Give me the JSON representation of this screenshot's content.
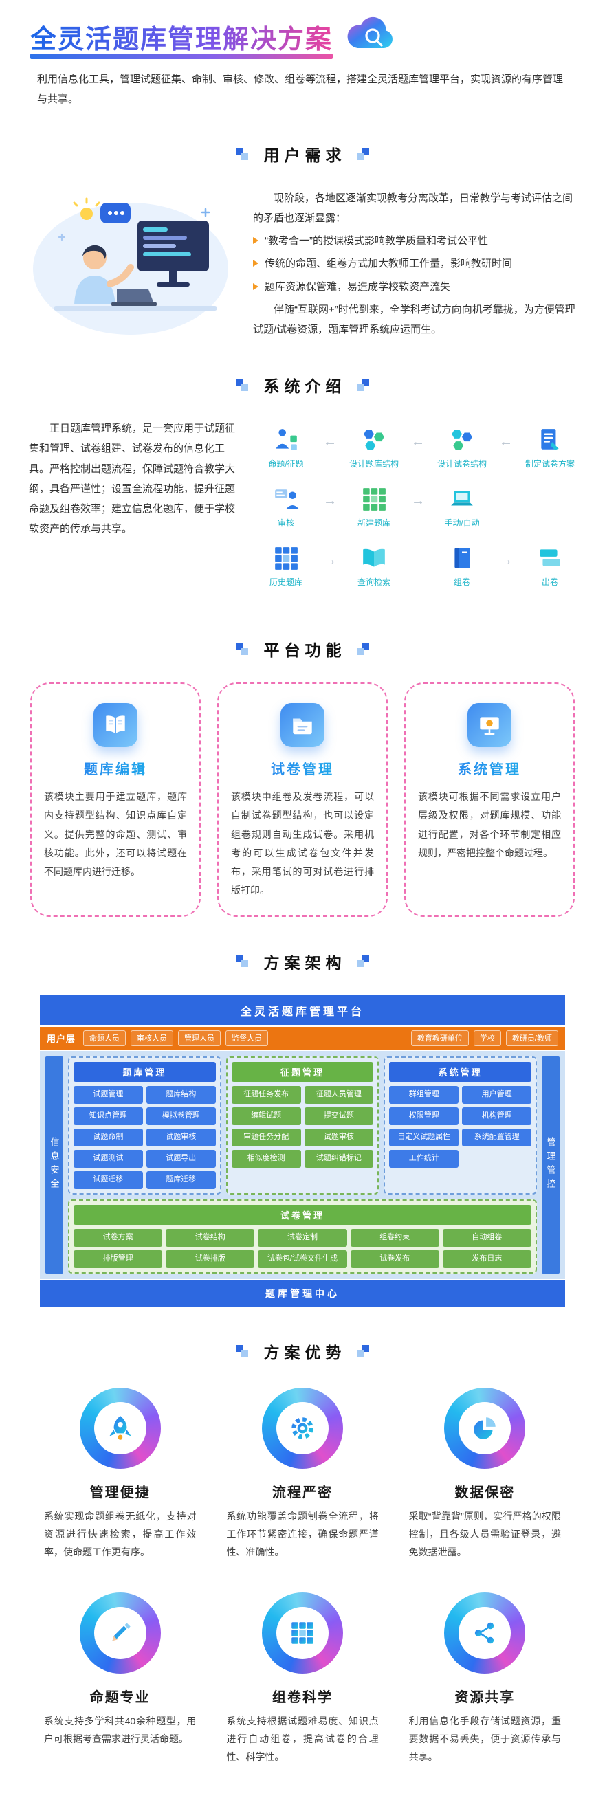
{
  "colors": {
    "title_gradient_start": "#1b66e8",
    "title_gradient_end": "#e8449e",
    "accent_blue": "#2d68e0",
    "accent_orange": "#ec7511",
    "accent_green": "#67b346",
    "accent_cyan": "#1fb5c9",
    "card_border_pink": "#ef6fb4",
    "bullet_arrow_orange": "#f59a23"
  },
  "icons": {
    "arrow_left": "←",
    "arrow_right": "→"
  },
  "header": {
    "title": "全灵活题库管理解决方案",
    "description": "利用信息化工具，管理试题征集、命制、审核、修改、组卷等流程，搭建全灵活题库管理平台，实现资源的有序管理与共享。"
  },
  "user_needs": {
    "title": "用户需求",
    "intro": "现阶段，各地区逐渐实现教考分离改革，日常教学与考试评估之间的矛盾也逐渐显露：",
    "bullets": [
      "“教考合一”的授课模式影响教学质量和考试公平性",
      "传统的命题、组卷方式加大教师工作量，影响教研时间",
      "题库资源保管难，易造成学校软资产流失"
    ],
    "outro": "伴随“互联网+”时代到来，全学科考试方向向机考靠拢，为方便管理试题/试卷资源，题库管理系统应运而生。"
  },
  "system_intro": {
    "title": "系统介绍",
    "paragraph": "正日题库管理系统，是一套应用于试题征集和管理、试卷组建、试卷发布的信息化工具。严格控制出题流程，保障试题符合教学大纲，具备严谨性；设置全流程功能，提升征题命题及组卷效率；建立信息化题库，便于学校软资产的传承与共享。",
    "flow_row1": [
      "命题/征题",
      "设计题库结构",
      "设计试卷结构",
      "制定试卷方案"
    ],
    "flow_row2": [
      "审核",
      "新建题库",
      "手动/自动"
    ],
    "flow_row3": [
      "历史题库",
      "查询检索",
      "组卷",
      "出卷"
    ]
  },
  "platform": {
    "title": "平台功能",
    "cards": [
      {
        "title": "题库编辑",
        "text": "该模块主要用于建立题库，题库内支持题型结构、知识点库自定义。提供完整的命题、测试、审核功能。此外，还可以将试题在不同题库内进行迁移。"
      },
      {
        "title": "试卷管理",
        "text": "该模块中组卷及发卷流程，可以自制试卷题型结构，也可以设定组卷规则自动生成试卷。采用机考的可以生成试卷包文件并发布，采用笔试的可对试卷进行排版打印。"
      },
      {
        "title": "系统管理",
        "text": "该模块可根据不同需求设立用户层级及权限，对题库规模、功能进行配置，对各个环节制定相应规则，严密把控整个命题过程。"
      }
    ]
  },
  "architecture": {
    "title": "方案架构",
    "platform_bar": "全灵活题库管理平台",
    "user_layer": "用户层",
    "roles": [
      "命题人员",
      "审核人员",
      "管理人员",
      "监督人员"
    ],
    "orgs": [
      "教育教研单位",
      "学校",
      "教研员/教师"
    ],
    "left_bar": "信息安全",
    "right_bar": "管理管控",
    "columns": [
      {
        "title": "题库管理",
        "items": [
          "试题管理",
          "题库结构",
          "知识点管理",
          "模拟卷管理",
          "试题命制",
          "试题审核",
          "试题测试",
          "试题导出",
          "试题迁移",
          "题库迁移"
        ]
      },
      {
        "title": "征题管理",
        "items": [
          "征题任务发布",
          "征题人员管理",
          "编辑试题",
          "提交试题",
          "审题任务分配",
          "试题审核",
          "相似度检测",
          "试题纠错标记"
        ]
      },
      {
        "title": "系统管理",
        "items": [
          "群组管理",
          "用户管理",
          "权限管理",
          "机构管理",
          "自定义试题属性",
          "系统配置管理",
          "工作统计"
        ]
      }
    ],
    "paper": {
      "title": "试卷管理",
      "items": [
        "试卷方案",
        "试卷结构",
        "试卷定制",
        "组卷约束",
        "自动组卷",
        "排版管理",
        "试卷排版",
        "试卷包/试卷文件生成",
        "试卷发布",
        "发布日志"
      ]
    },
    "bottom_bar": "题库管理中心"
  },
  "advantages": {
    "title": "方案优势",
    "items": [
      {
        "title": "管理便捷",
        "text": "系统实现命题组卷无纸化，支持对资源进行快速检索，提高工作效率，使命题工作更有序。"
      },
      {
        "title": "流程严密",
        "text": "系统功能覆盖命题制卷全流程，将工作环节紧密连接，确保命题严谨性、准确性。"
      },
      {
        "title": "数据保密",
        "text": "采取“背靠背”原则，实行严格的权限控制，且各级人员需验证登录，避免数据泄露。"
      },
      {
        "title": "命题专业",
        "text": "系统支持多学科共40余种题型，用户可根据考查需求进行灵活命题。"
      },
      {
        "title": "组卷科学",
        "text": "系统支持根据试题难易度、知识点进行自动组卷，提高试卷的合理性、科学性。"
      },
      {
        "title": "资源共享",
        "text": "利用信息化手段存储试题资源，重要数据不易丢失，便于资源传承与共享。"
      }
    ]
  }
}
